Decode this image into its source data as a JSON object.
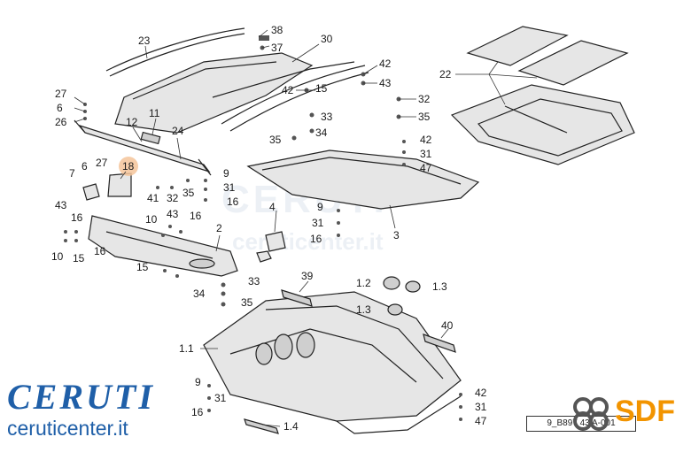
{
  "watermark": {
    "brand": "CERUTI",
    "site": "ceruticenter.it"
  },
  "branding": {
    "logo_text": "CERUTI",
    "site_text": "ceruticenter.it",
    "color": "#1f5fa8"
  },
  "sdf_logo": {
    "text": "SDF",
    "color": "#f29400"
  },
  "drawing_code": "9_B897  43  A-001",
  "highlight_color": "#f5c49a",
  "highlighted_part": "18",
  "callouts": [
    {
      "id": "c23",
      "text": "23"
    },
    {
      "id": "c38",
      "text": "38"
    },
    {
      "id": "c37",
      "text": "37"
    },
    {
      "id": "c30",
      "text": "30"
    },
    {
      "id": "c42a",
      "text": "42"
    },
    {
      "id": "c43a",
      "text": "43"
    },
    {
      "id": "c42b",
      "text": "42"
    },
    {
      "id": "c15a",
      "text": "15"
    },
    {
      "id": "c32a",
      "text": "32"
    },
    {
      "id": "c35a",
      "text": "35"
    },
    {
      "id": "c22",
      "text": "22"
    },
    {
      "id": "c27a",
      "text": "27"
    },
    {
      "id": "c6a",
      "text": "6"
    },
    {
      "id": "c26",
      "text": "26"
    },
    {
      "id": "c12",
      "text": "12"
    },
    {
      "id": "c11",
      "text": "11"
    },
    {
      "id": "c24",
      "text": "24"
    },
    {
      "id": "c33a",
      "text": "33"
    },
    {
      "id": "c34a",
      "text": "34"
    },
    {
      "id": "c35b",
      "text": "35"
    },
    {
      "id": "c42c",
      "text": "42"
    },
    {
      "id": "c31a",
      "text": "31"
    },
    {
      "id": "c47a",
      "text": "47"
    },
    {
      "id": "c7",
      "text": "7"
    },
    {
      "id": "c6b",
      "text": "6"
    },
    {
      "id": "c27b",
      "text": "27"
    },
    {
      "id": "c18",
      "text": "18"
    },
    {
      "id": "c41",
      "text": "41"
    },
    {
      "id": "c32b",
      "text": "32"
    },
    {
      "id": "c35c",
      "text": "35"
    },
    {
      "id": "c9a",
      "text": "9"
    },
    {
      "id": "c31b",
      "text": "31"
    },
    {
      "id": "c16a",
      "text": "16"
    },
    {
      "id": "c43b",
      "text": "43"
    },
    {
      "id": "c16b",
      "text": "16"
    },
    {
      "id": "c10a",
      "text": "10"
    },
    {
      "id": "c43c",
      "text": "43"
    },
    {
      "id": "c16c",
      "text": "16"
    },
    {
      "id": "c4",
      "text": "4"
    },
    {
      "id": "c9b",
      "text": "9"
    },
    {
      "id": "c31c",
      "text": "31"
    },
    {
      "id": "c16d",
      "text": "16"
    },
    {
      "id": "c3",
      "text": "3"
    },
    {
      "id": "c10b",
      "text": "10"
    },
    {
      "id": "c15b",
      "text": "15"
    },
    {
      "id": "c16e",
      "text": "16"
    },
    {
      "id": "c2",
      "text": "2"
    },
    {
      "id": "c15c",
      "text": "15"
    },
    {
      "id": "c33b",
      "text": "33"
    },
    {
      "id": "c34b",
      "text": "34"
    },
    {
      "id": "c35d",
      "text": "35"
    },
    {
      "id": "c39",
      "text": "39"
    },
    {
      "id": "c1_2",
      "text": "1.2"
    },
    {
      "id": "c1_3a",
      "text": "1.3"
    },
    {
      "id": "c1_3b",
      "text": "1.3"
    },
    {
      "id": "c40",
      "text": "40"
    },
    {
      "id": "c1_1",
      "text": "1.1"
    },
    {
      "id": "c9c",
      "text": "9"
    },
    {
      "id": "c31d",
      "text": "31"
    },
    {
      "id": "c16f",
      "text": "16"
    },
    {
      "id": "c1_4",
      "text": "1.4"
    },
    {
      "id": "c42d",
      "text": "42"
    },
    {
      "id": "c31e",
      "text": "31"
    },
    {
      "id": "c47b",
      "text": "47"
    }
  ]
}
